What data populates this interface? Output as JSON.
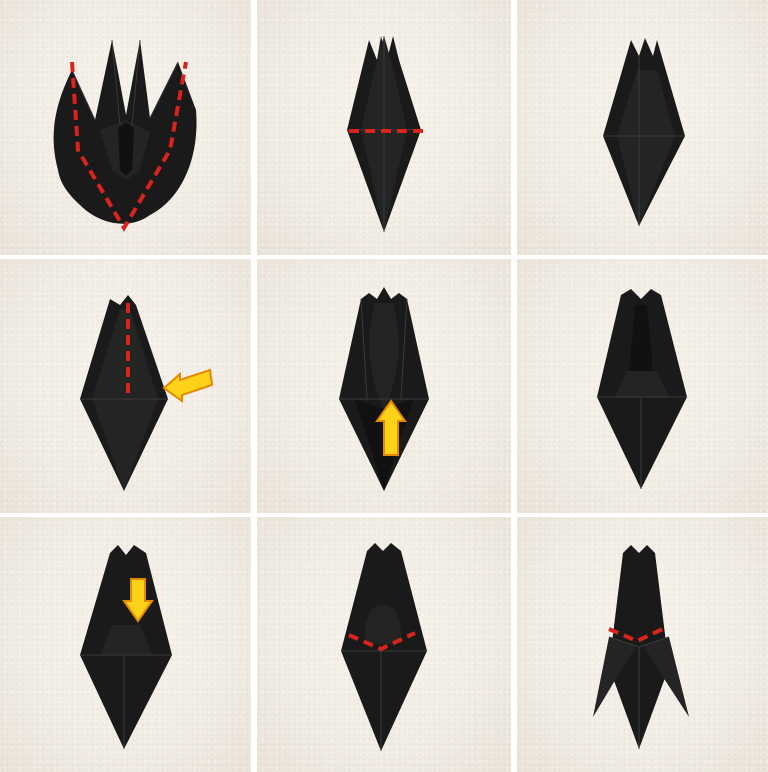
{
  "image": {
    "description_layout": "3x3",
    "panels": [
      {
        "id": "step-1",
        "arrow": "none",
        "fold_line": "v-shape"
      },
      {
        "id": "step-2",
        "arrow": "none",
        "fold_line": "horizontal"
      },
      {
        "id": "step-3",
        "arrow": "none",
        "fold_line": "none"
      },
      {
        "id": "step-4",
        "arrow": "left",
        "fold_line": "vertical"
      },
      {
        "id": "step-5",
        "arrow": "up",
        "fold_line": "none"
      },
      {
        "id": "step-6",
        "arrow": "none",
        "fold_line": "none"
      },
      {
        "id": "step-7",
        "arrow": "down",
        "fold_line": "none"
      },
      {
        "id": "step-8",
        "arrow": "none",
        "fold_line": "chevron"
      },
      {
        "id": "step-9",
        "arrow": "none",
        "fold_line": "chevron"
      }
    ],
    "colors": {
      "background": "#f1ece4",
      "paper": "#1a1a1a",
      "fold_line": "#d8241c",
      "arrow": "#ffd21a"
    }
  }
}
